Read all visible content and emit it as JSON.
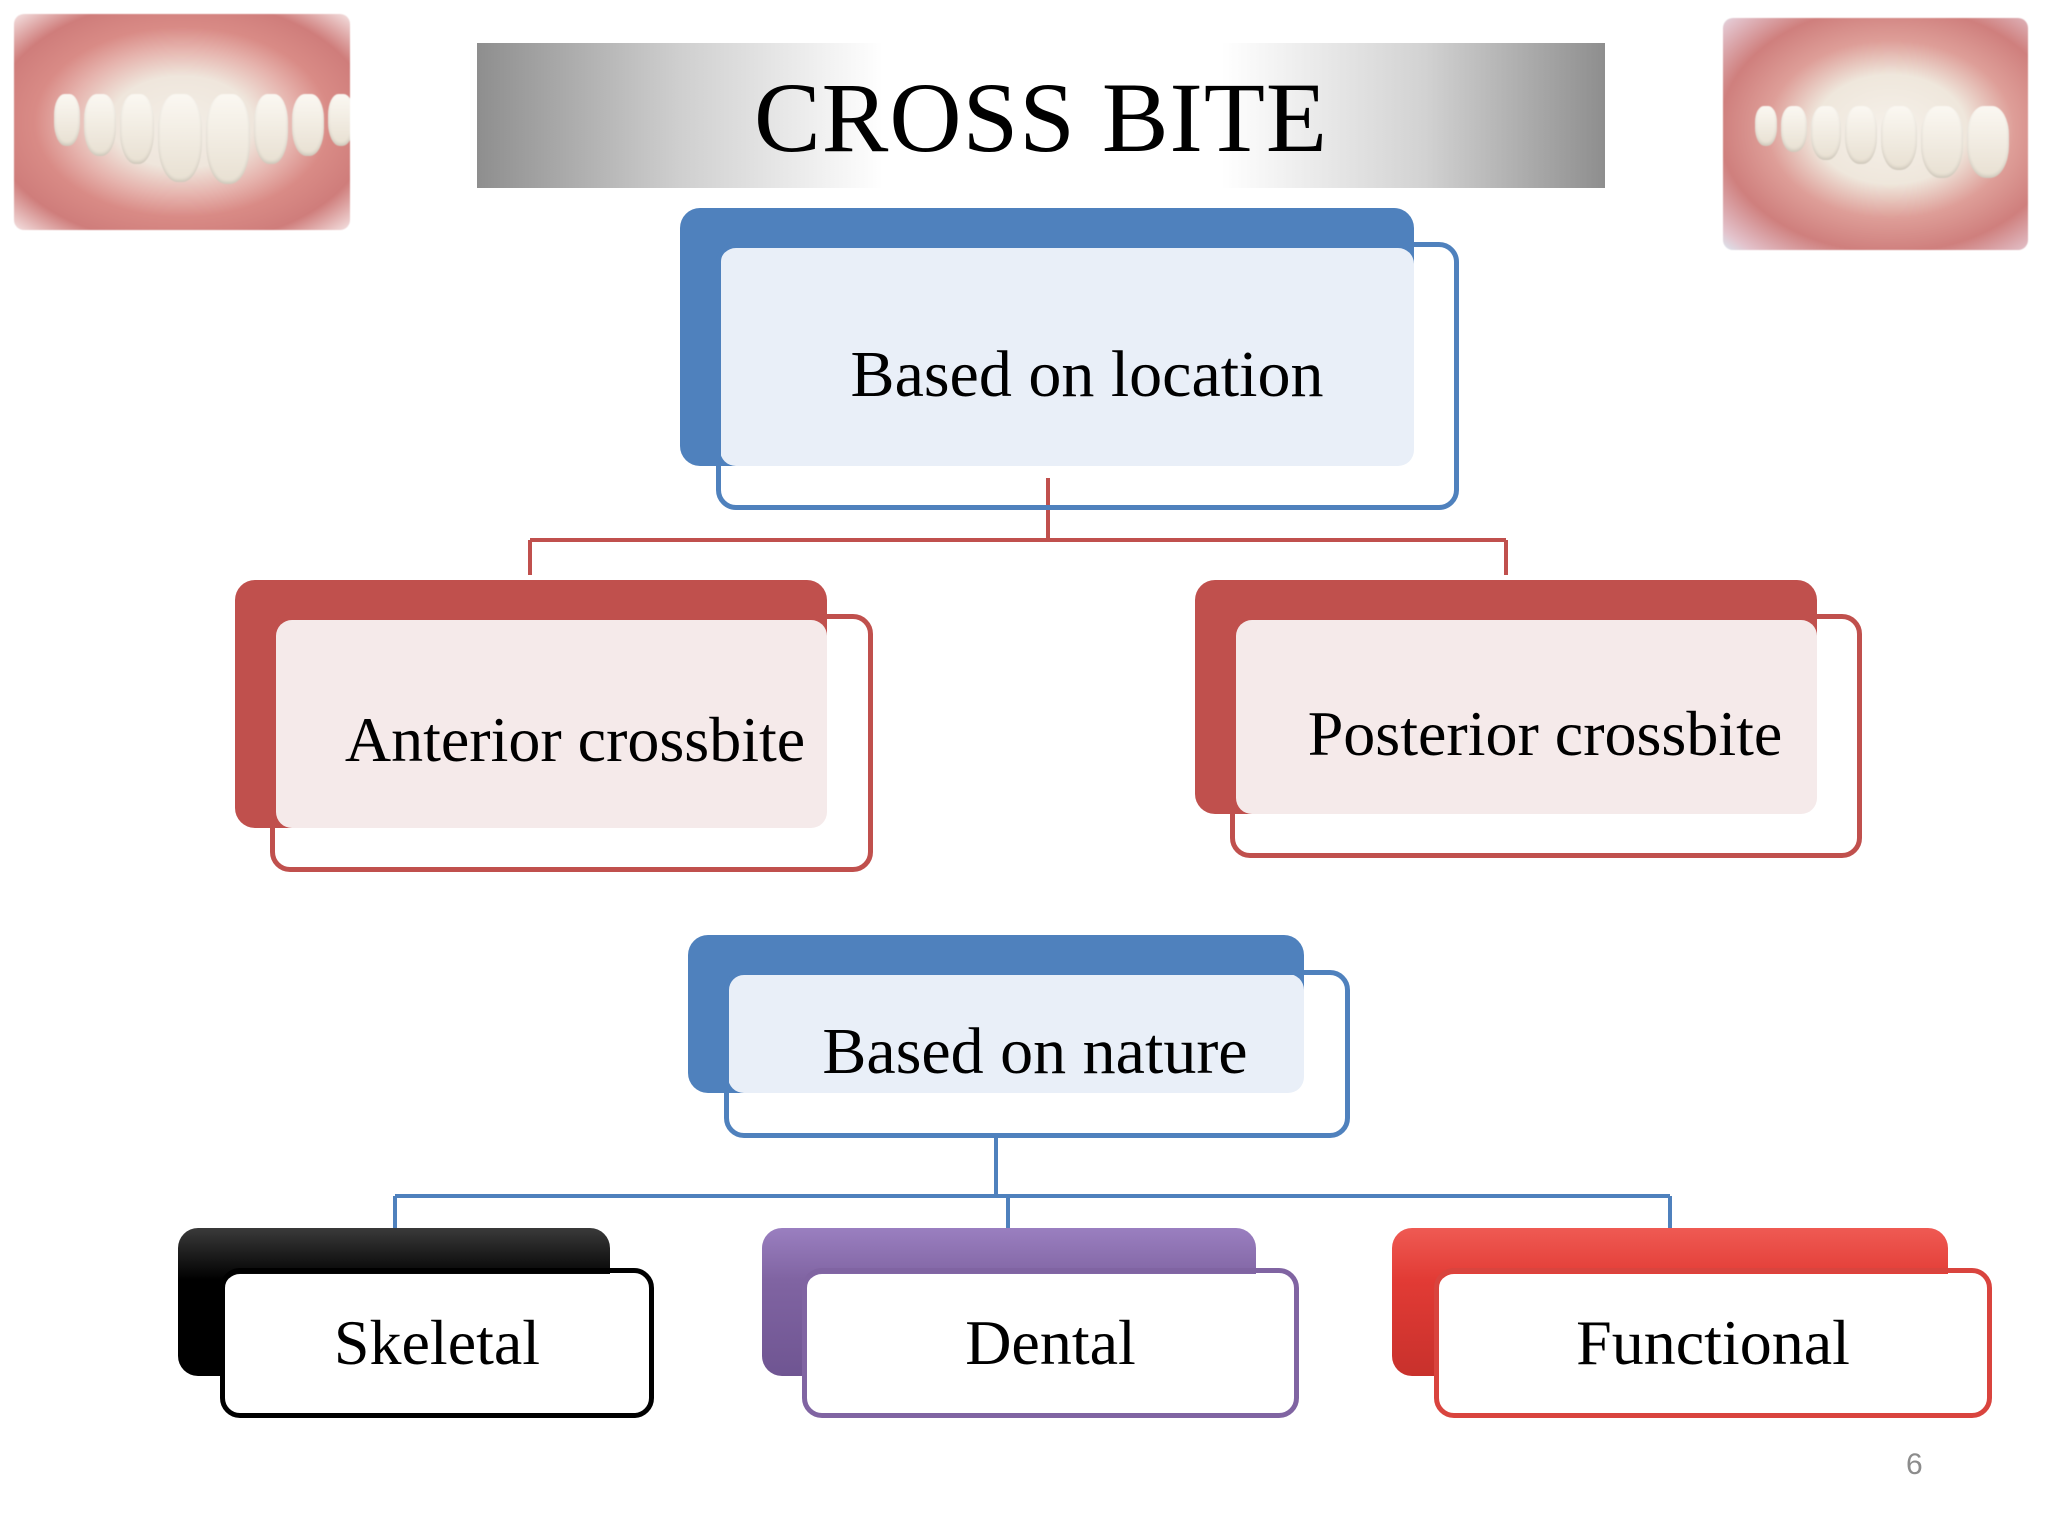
{
  "title": "CROSS BITE",
  "colors": {
    "blue": "#4f81bd",
    "blue_light": "#e9eff8",
    "red": "#c0504d",
    "red_light": "#f5eaea",
    "black": "#000000",
    "purple": "#8064a2",
    "bright_red": "#e23b35"
  },
  "tree_location": {
    "root": "Based on location",
    "children": [
      "Anterior crossbite",
      "Posterior crossbite"
    ]
  },
  "tree_nature": {
    "root": "Based on nature",
    "children": [
      "Skeletal",
      "Dental",
      "Functional"
    ]
  },
  "page_number": "6"
}
